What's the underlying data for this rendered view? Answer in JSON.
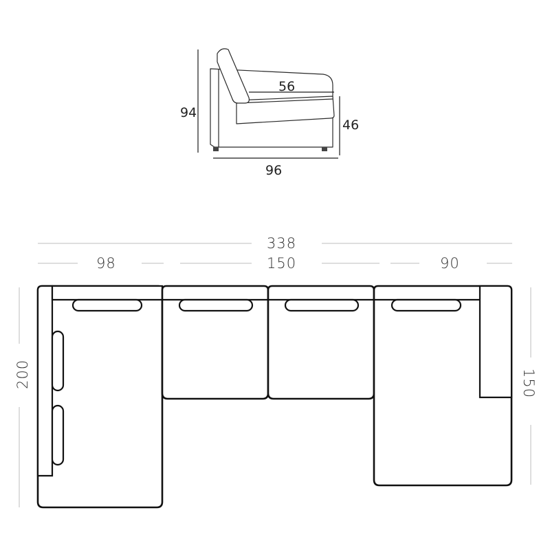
{
  "side_view": {
    "height_label": "94",
    "seat_depth_label": "56",
    "seat_height_label": "46",
    "depth_label": "96"
  },
  "top_view": {
    "total_width_label": "338",
    "left_width_label": "98",
    "middle_width_label": "150",
    "right_width_label": "90",
    "left_depth_label": "200",
    "right_depth_label": "150"
  }
}
